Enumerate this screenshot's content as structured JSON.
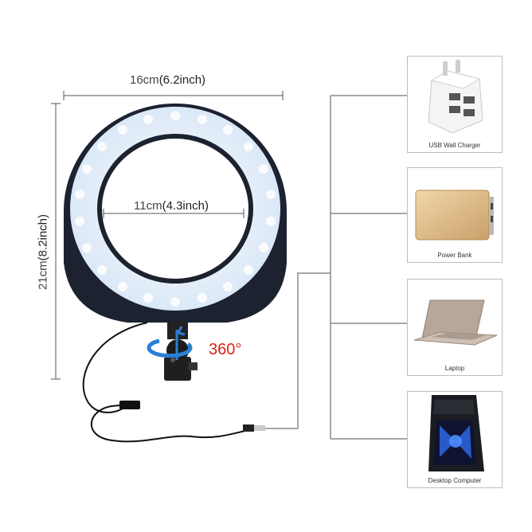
{
  "dimensions": {
    "width_cm": "16cm",
    "width_inch": "(6.2inch)",
    "inner_cm": "11cm",
    "inner_inch": "(4.3inch)",
    "height_cm": "21cm",
    "height_inch": "(8.2inch)"
  },
  "rotation_label": "360°",
  "devices": [
    {
      "caption": "USB Wall Charger",
      "icon": "usb-wall-charger"
    },
    {
      "caption": "Power Bank",
      "icon": "power-bank"
    },
    {
      "caption": "Laptop",
      "icon": "laptop"
    },
    {
      "caption": "Desktop Computer",
      "icon": "desktop-computer"
    }
  ],
  "colors": {
    "ring_light": "#e6f0fb",
    "ring_body": "#1d2230",
    "accent_red": "#d9251c",
    "rotate_arrow": "#2a7fd6",
    "connector_line": "#8a8a8a"
  }
}
